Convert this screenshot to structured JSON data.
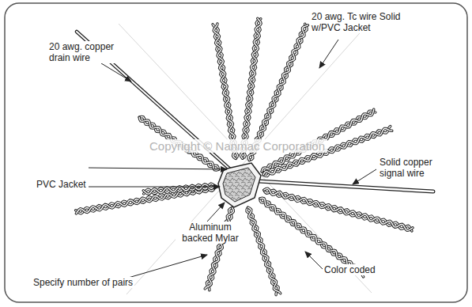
{
  "diagram": {
    "labels": [
      "20 awg. copper drain wire",
      "20 awg. Tc wire Solid w/PVC Jacket",
      "PVC Jacket",
      "Solid copper signal wire",
      "Aluminum backed Mylar",
      "Specify number of pairs",
      "Color coded",
      "Copyright © Nanmac Corporation"
    ]
  }
}
